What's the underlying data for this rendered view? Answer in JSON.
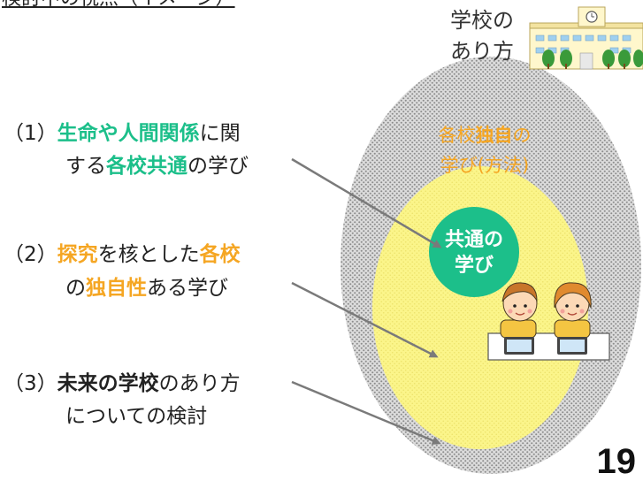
{
  "header": {
    "partial_title": "検討中の視点（イメージ）"
  },
  "school": {
    "label_line1": "学校の",
    "label_line2": "あり方",
    "clock_icon": "clock-icon",
    "building_icon": "school-building-icon"
  },
  "inner_ellipse": {
    "line1_a": "各校",
    "line1_b": "独自",
    "line1_c": "の",
    "line2": "学び(方法)"
  },
  "core": {
    "line1": "共通の",
    "line2": "学び"
  },
  "items": [
    {
      "number": "（1）",
      "line1_parts": [
        {
          "text": "生命や人間関係",
          "style": "green"
        },
        {
          "text": "に関",
          "style": "plain"
        }
      ],
      "line2_parts": [
        {
          "text": "する",
          "style": "plain"
        },
        {
          "text": "各校共通",
          "style": "green"
        },
        {
          "text": "の学び",
          "style": "plain"
        }
      ]
    },
    {
      "number": "（2）",
      "line1_parts": [
        {
          "text": "探究",
          "style": "orange"
        },
        {
          "text": "を核とした",
          "style": "plain"
        },
        {
          "text": "各校",
          "style": "orange"
        }
      ],
      "line2_parts": [
        {
          "text": "の",
          "style": "plain"
        },
        {
          "text": "独自性",
          "style": "orange"
        },
        {
          "text": "ある学び",
          "style": "plain"
        }
      ]
    },
    {
      "number": "（3）",
      "line1_parts": [
        {
          "text": "未来の学校",
          "style": "bold"
        },
        {
          "text": "のあり方",
          "style": "plain"
        }
      ],
      "line2_parts": [
        {
          "text": "についての検討",
          "style": "plain"
        }
      ]
    }
  ],
  "illustration": {
    "name": "children-with-tablets-illustration"
  },
  "page_number": "19",
  "colors": {
    "green": "#1cbf8a",
    "orange": "#f5a623",
    "yellow": "#fbf58a",
    "gray_dots": "#b9b9b9",
    "arrow": "#7a7a7a"
  }
}
